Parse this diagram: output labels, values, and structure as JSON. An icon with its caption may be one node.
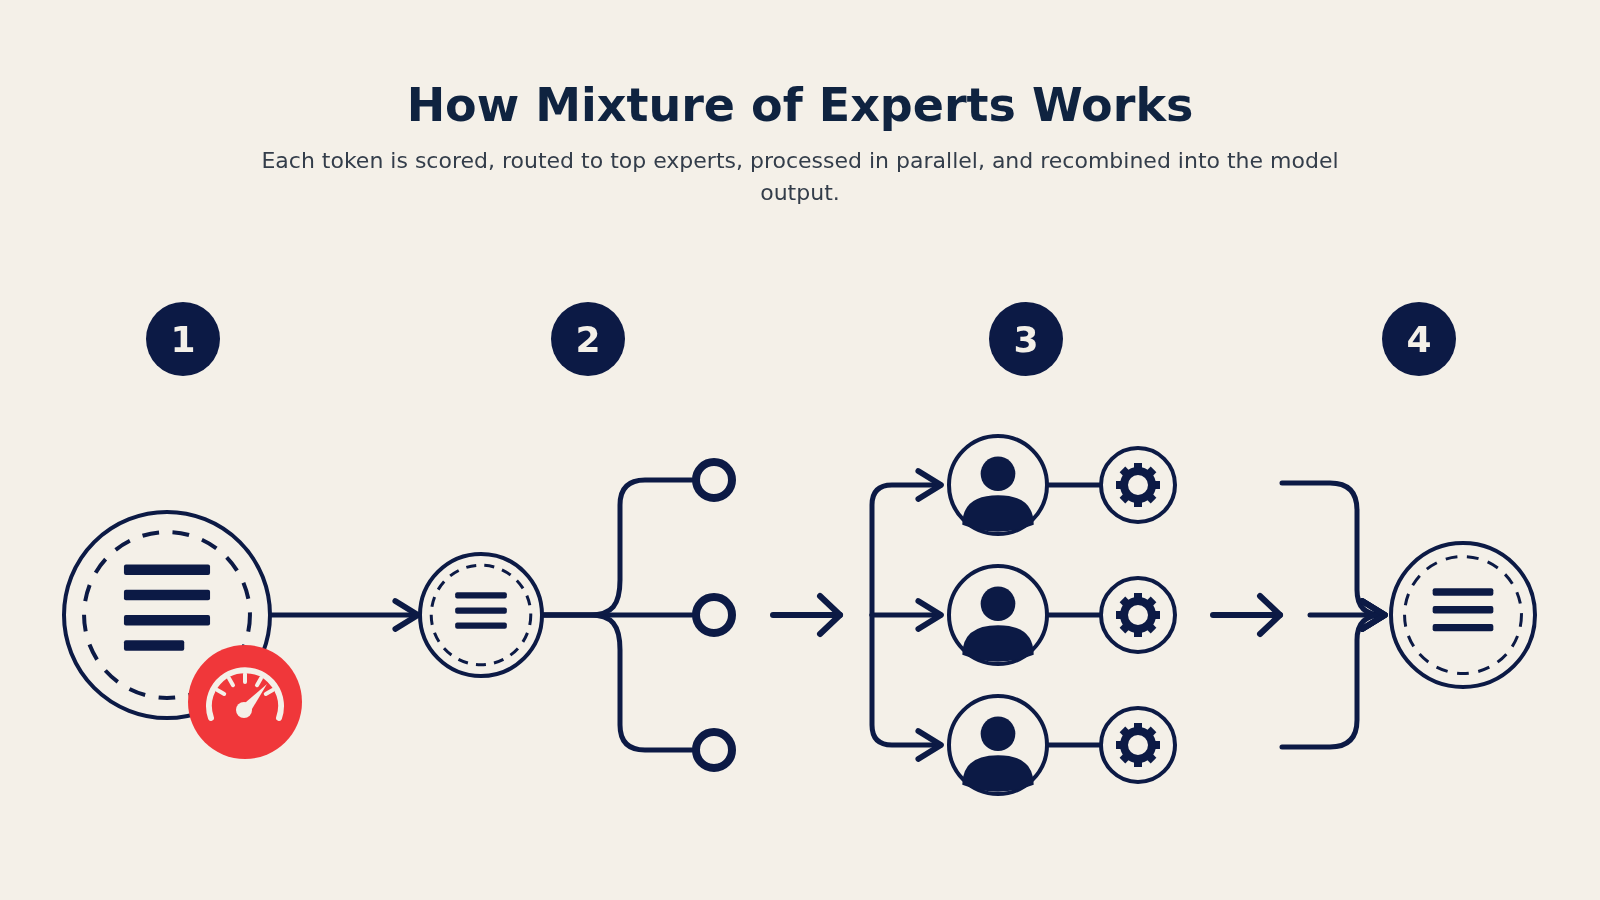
{
  "diagram": {
    "title": "How Mixture of Experts Works",
    "caption": "Each token is scored, routed to top experts, processed in parallel, and recombined into the model output.",
    "nodes": [
      {
        "text": [
          "1"
        ]
      },
      {
        "text": [
          "2"
        ]
      },
      {
        "text": [
          "3"
        ]
      },
      {
        "text": [
          "4"
        ]
      },
      {
        "text": [],
        "shape": "circle"
      },
      {
        "text": [],
        "shape": "circle"
      },
      {
        "text": [],
        "shape": "circle"
      },
      {
        "text": [],
        "shape": "circle"
      },
      {
        "text": [],
        "shape": "circle"
      },
      {
        "text": [],
        "shape": "person"
      },
      {
        "text": [],
        "shape": "circle"
      },
      {
        "text": [],
        "shape": "person"
      },
      {
        "text": [],
        "shape": "circle"
      },
      {
        "text": [],
        "shape": "person"
      },
      {
        "text": [],
        "shape": "circle"
      },
      {
        "text": [],
        "shape": "circle"
      }
    ],
    "edges": [
      {
        "from": 4,
        "to": 5,
        "arrow": "to"
      },
      {
        "from": 5,
        "to": 6,
        "arrow": "none"
      },
      {
        "from": 5,
        "to": 7,
        "arrow": "none"
      },
      {
        "from": 5,
        "to": 8,
        "arrow": "none"
      },
      {
        "from": null,
        "to": 9,
        "arrow": "to"
      },
      {
        "from": null,
        "to": 11,
        "arrow": "to"
      },
      {
        "from": null,
        "to": 13,
        "arrow": "to"
      },
      {
        "from": 9,
        "to": 10,
        "arrow": "none"
      },
      {
        "from": 11,
        "to": 12,
        "arrow": "none"
      },
      {
        "from": 13,
        "to": 14,
        "arrow": "none"
      },
      {
        "from": null,
        "to": 15,
        "arrow": "to"
      },
      {
        "from": null,
        "to": 15,
        "arrow": "to"
      },
      {
        "from": null,
        "to": 15,
        "arrow": "to"
      }
    ]
  }
}
